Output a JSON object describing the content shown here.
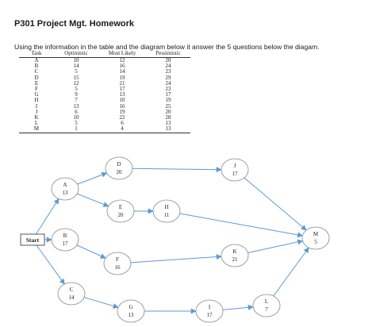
{
  "header": {
    "title": "P301 Project Mgt. Homework",
    "instructions": "Using the information in the table and the diagram below it answer the 5 questions below the diagam."
  },
  "table": {
    "columns": [
      "Task",
      "Optimistic",
      "Most Likely",
      "Pessimistic"
    ],
    "rows": [
      [
        "A",
        "10",
        "12",
        "20"
      ],
      [
        "B",
        "14",
        "16",
        "24"
      ],
      [
        "C",
        "5",
        "14",
        "23"
      ],
      [
        "D",
        "15",
        "19",
        "29"
      ],
      [
        "E",
        "12",
        "21",
        "24"
      ],
      [
        "F",
        "5",
        "17",
        "23"
      ],
      [
        "G",
        "9",
        "13",
        "17"
      ],
      [
        "H",
        "7",
        "10",
        "19"
      ],
      [
        "I",
        "13",
        "16",
        "25"
      ],
      [
        "J",
        "6",
        "19",
        "20"
      ],
      [
        "K",
        "10",
        "22",
        "28"
      ],
      [
        "L",
        "5",
        "6",
        "13"
      ],
      [
        "M",
        "1",
        "4",
        "13"
      ]
    ]
  },
  "diagram": {
    "start_label": "Start",
    "nodes": [
      {
        "id": "A",
        "value": "13"
      },
      {
        "id": "B",
        "value": "17"
      },
      {
        "id": "C",
        "value": "14"
      },
      {
        "id": "D",
        "value": "20"
      },
      {
        "id": "E",
        "value": "20"
      },
      {
        "id": "F",
        "value": "16"
      },
      {
        "id": "G",
        "value": "13"
      },
      {
        "id": "H",
        "value": "11"
      },
      {
        "id": "I",
        "value": "17"
      },
      {
        "id": "J",
        "value": "17"
      },
      {
        "id": "K",
        "value": "21"
      },
      {
        "id": "L",
        "value": "7"
      },
      {
        "id": "M",
        "value": "5"
      }
    ],
    "edges": [
      [
        "Start",
        "A"
      ],
      [
        "Start",
        "B"
      ],
      [
        "Start",
        "C"
      ],
      [
        "A",
        "D"
      ],
      [
        "A",
        "E"
      ],
      [
        "B",
        "F"
      ],
      [
        "C",
        "G"
      ],
      [
        "D",
        "J"
      ],
      [
        "E",
        "H"
      ],
      [
        "F",
        "K"
      ],
      [
        "G",
        "I"
      ],
      [
        "I",
        "L"
      ],
      [
        "J",
        "M"
      ],
      [
        "H",
        "M"
      ],
      [
        "K",
        "M"
      ],
      [
        "L",
        "M"
      ]
    ],
    "colors": {
      "edge": "#5b9bd5",
      "node_stroke": "#888888"
    }
  }
}
